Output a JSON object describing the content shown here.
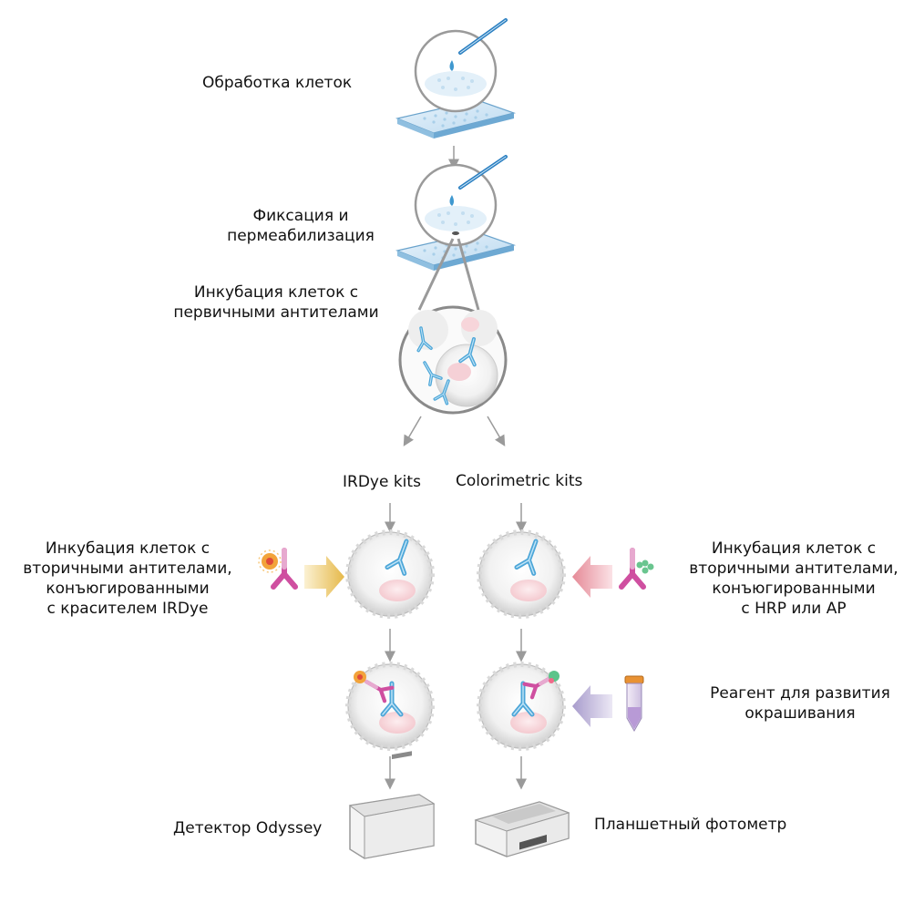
{
  "steps": {
    "cell_treatment": "Обработка клеток",
    "fix_line1": "Фиксация и",
    "fix_line2": "пермеабилизация",
    "primary_line1": "Инкубация клеток с",
    "primary_line2": "первичными антителами"
  },
  "branches": {
    "irdye": "IRDye kits",
    "colorimetric": "Colorimetric kits"
  },
  "left_secondary": {
    "line1": "Инкубация клеток с",
    "line2": "вторичными антителами,",
    "line3": "конъюгированными",
    "line4": "с красителем IRDye"
  },
  "right_secondary": {
    "line1": "Инкубация клеток с",
    "line2": "вторичными антителами,",
    "line3": "конъюгированными",
    "line4": "с HRP или AP"
  },
  "reagent": {
    "line1": "Реагент для развития",
    "line2": "окрашивания"
  },
  "detectors": {
    "odyssey": "Детектор Odyssey",
    "photometer": "Планшетный фотометр"
  }
}
